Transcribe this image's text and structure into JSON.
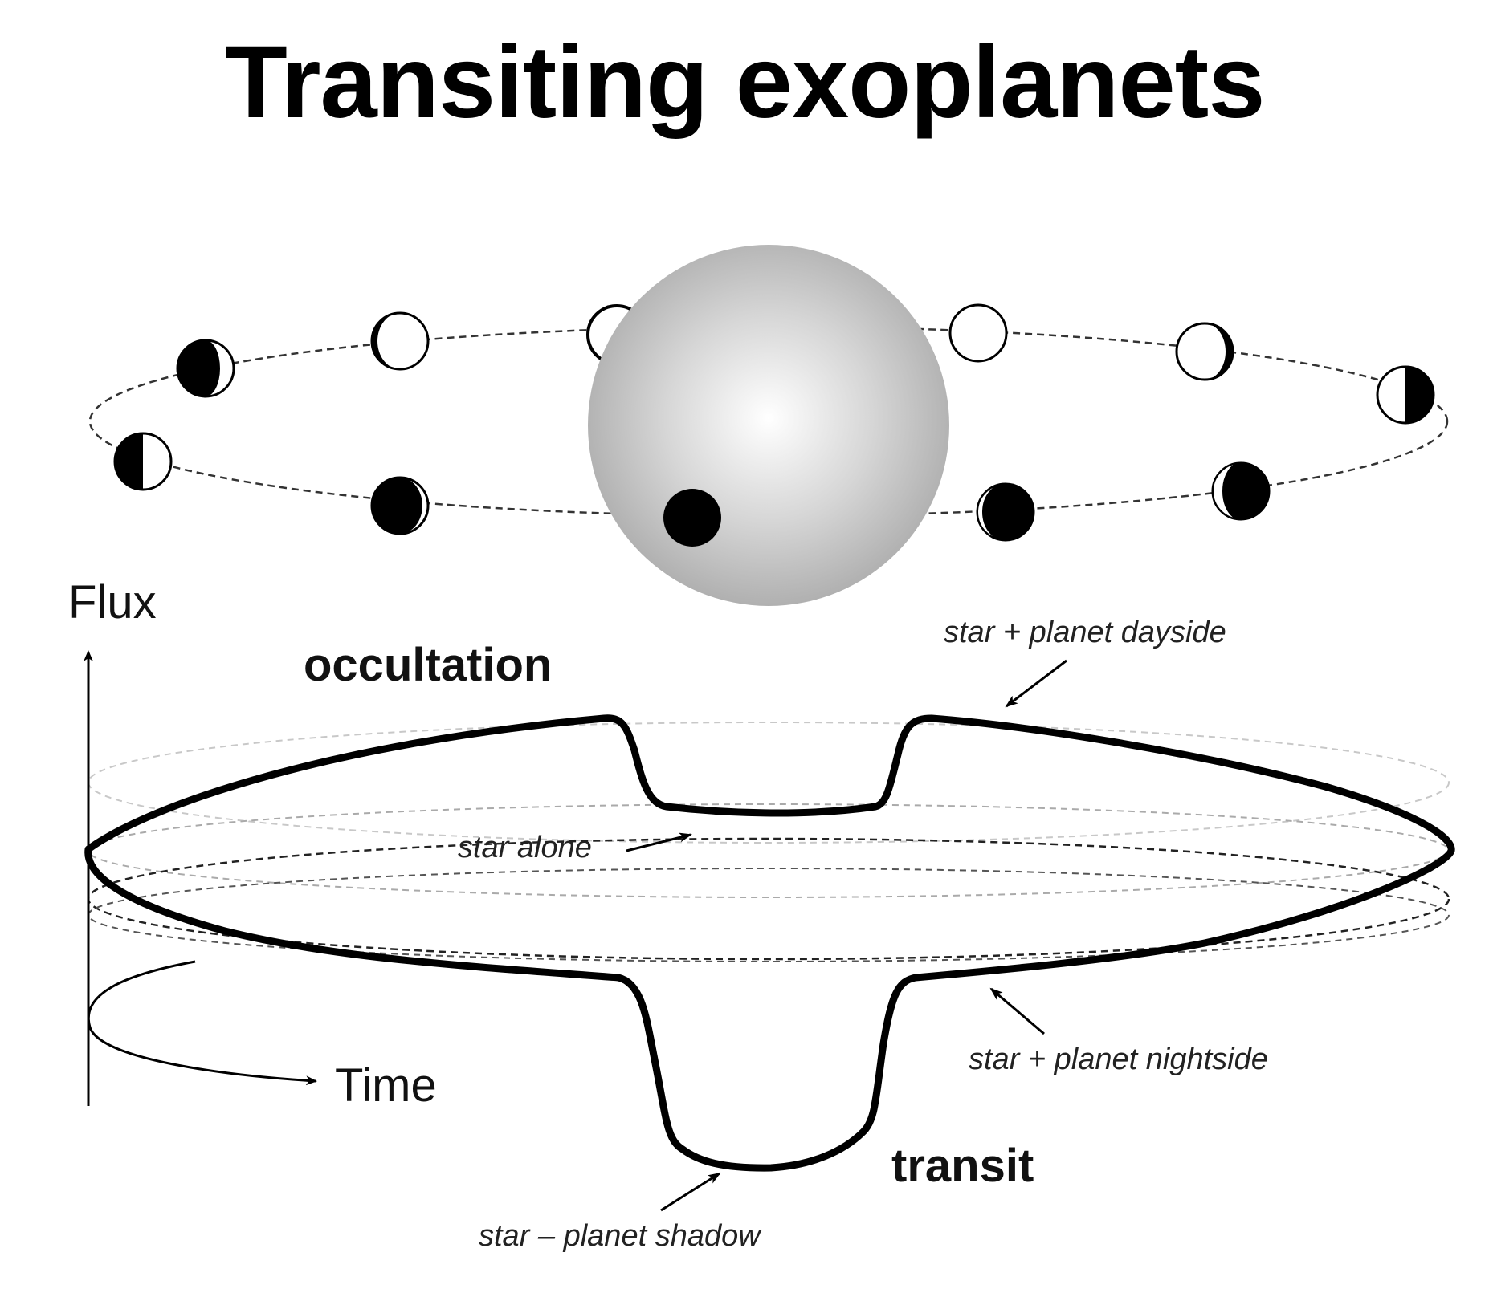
{
  "title": "Transiting exoplanets",
  "axes": {
    "flux_label": "Flux",
    "time_label": "Time"
  },
  "events": {
    "occultation": "occultation",
    "transit": "transit"
  },
  "annotations": {
    "dayside": "star + planet dayside",
    "star_alone": "star alone",
    "nightside": "star + planet nightside",
    "shadow": "star – planet shadow"
  },
  "colors": {
    "star_center": "#ffffff",
    "star_edge": "#b4b4b4",
    "planet": "#000000",
    "curve": "#000000"
  }
}
